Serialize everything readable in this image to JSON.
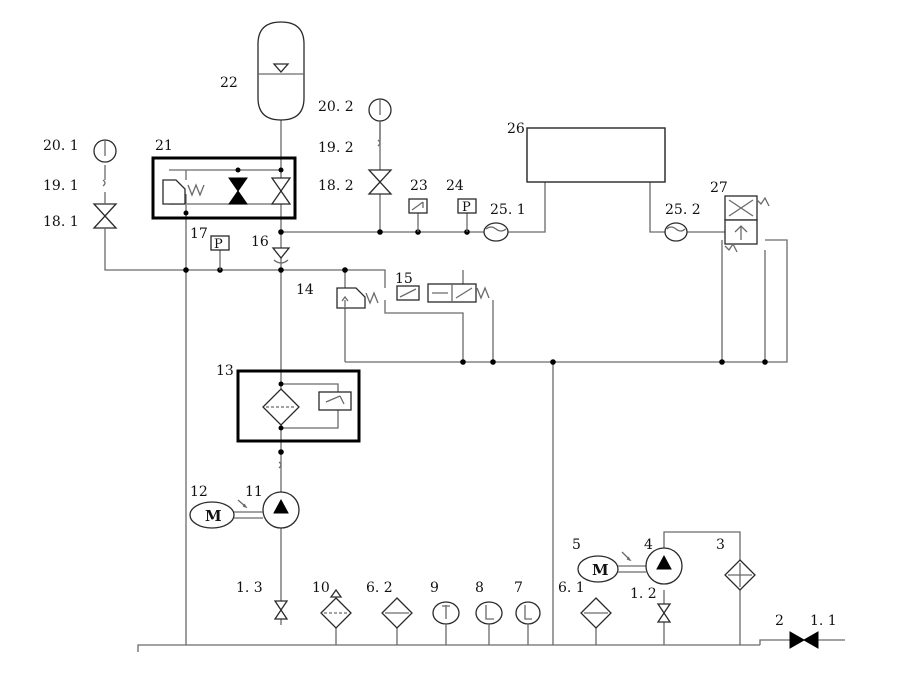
{
  "labels": {
    "c22": "22",
    "c21": "21",
    "c20_1": "20. 1",
    "c19_1": "19. 1",
    "c18_1": "18. 1",
    "c20_2": "20. 2",
    "c19_2": "19. 2",
    "c18_2": "18. 2",
    "c23": "23",
    "c24": "24",
    "c25_1": "25. 1",
    "c25_2": "25. 2",
    "c26": "26",
    "c27": "27",
    "c17": "17",
    "c16": "16",
    "c14": "14",
    "c15": "15",
    "c13": "13",
    "c12": "12",
    "c11": "11",
    "c5": "5",
    "c4": "4",
    "c3": "3",
    "c1_2": "1. 2",
    "c1_3": "1. 3",
    "c10": "10",
    "c6_2": "6. 2",
    "c9": "9",
    "c8": "8",
    "c7": "7",
    "c6_1": "6. 1",
    "c2": "2",
    "c1_1": "1. 1"
  },
  "motor_letter": "M",
  "pressure_switch_letter": "P",
  "colors": {
    "line": "#6a6a6a",
    "symbol": "#2a2a2a",
    "frame": "#000000"
  },
  "icons": [
    "accumulator-icon",
    "pressure-gauge-icon",
    "check-valve-icon",
    "shutoff-valve-icon",
    "relief-valve-icon",
    "directional-valve-icon",
    "filter-icon",
    "pump-icon",
    "electric-motor-icon",
    "cooler-icon",
    "pressure-switch-icon",
    "flowmeter-icon",
    "level-gauge-icon",
    "thermometer-icon"
  ]
}
